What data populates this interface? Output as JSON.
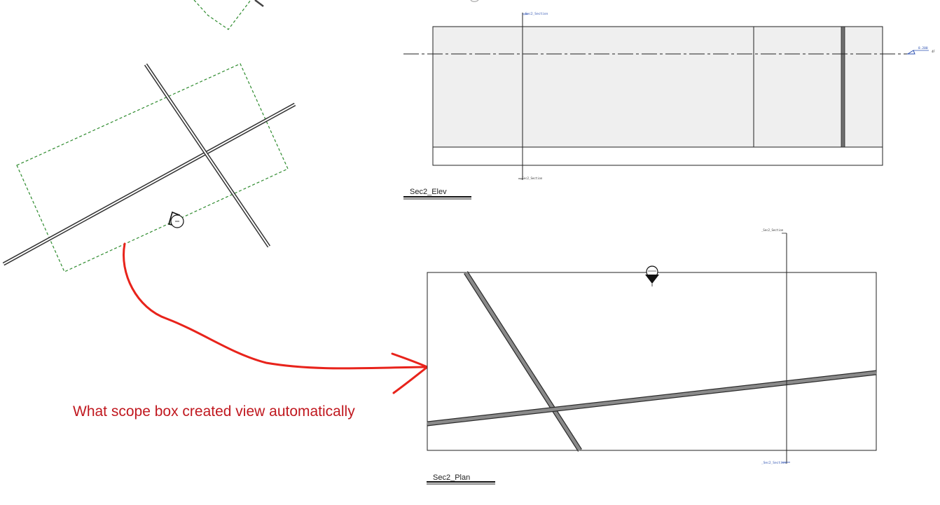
{
  "annotation": {
    "text": "What scope box created view automatically",
    "color": "#c0181f"
  },
  "views": {
    "elevation": {
      "title": "Sec2_Elev",
      "section_tag_top": "_Sec2_Section",
      "section_tag_bottom": "_Sec2_Section",
      "level_value": "8.200",
      "level_suffix": "4F"
    },
    "plan": {
      "title": "Sec2_Plan",
      "section_tag_top": "_Sec2_Section",
      "section_tag_bottom": "_Sec2_Section"
    }
  },
  "colors": {
    "scope_box": "#2e8b2e",
    "section_tag": "#2a4fb0",
    "wall_fill": "#6f6f6f",
    "elev_fill": "#efefef"
  },
  "icons": [
    "section-head-icon",
    "elevation-marker-icon",
    "level-head-icon"
  ]
}
